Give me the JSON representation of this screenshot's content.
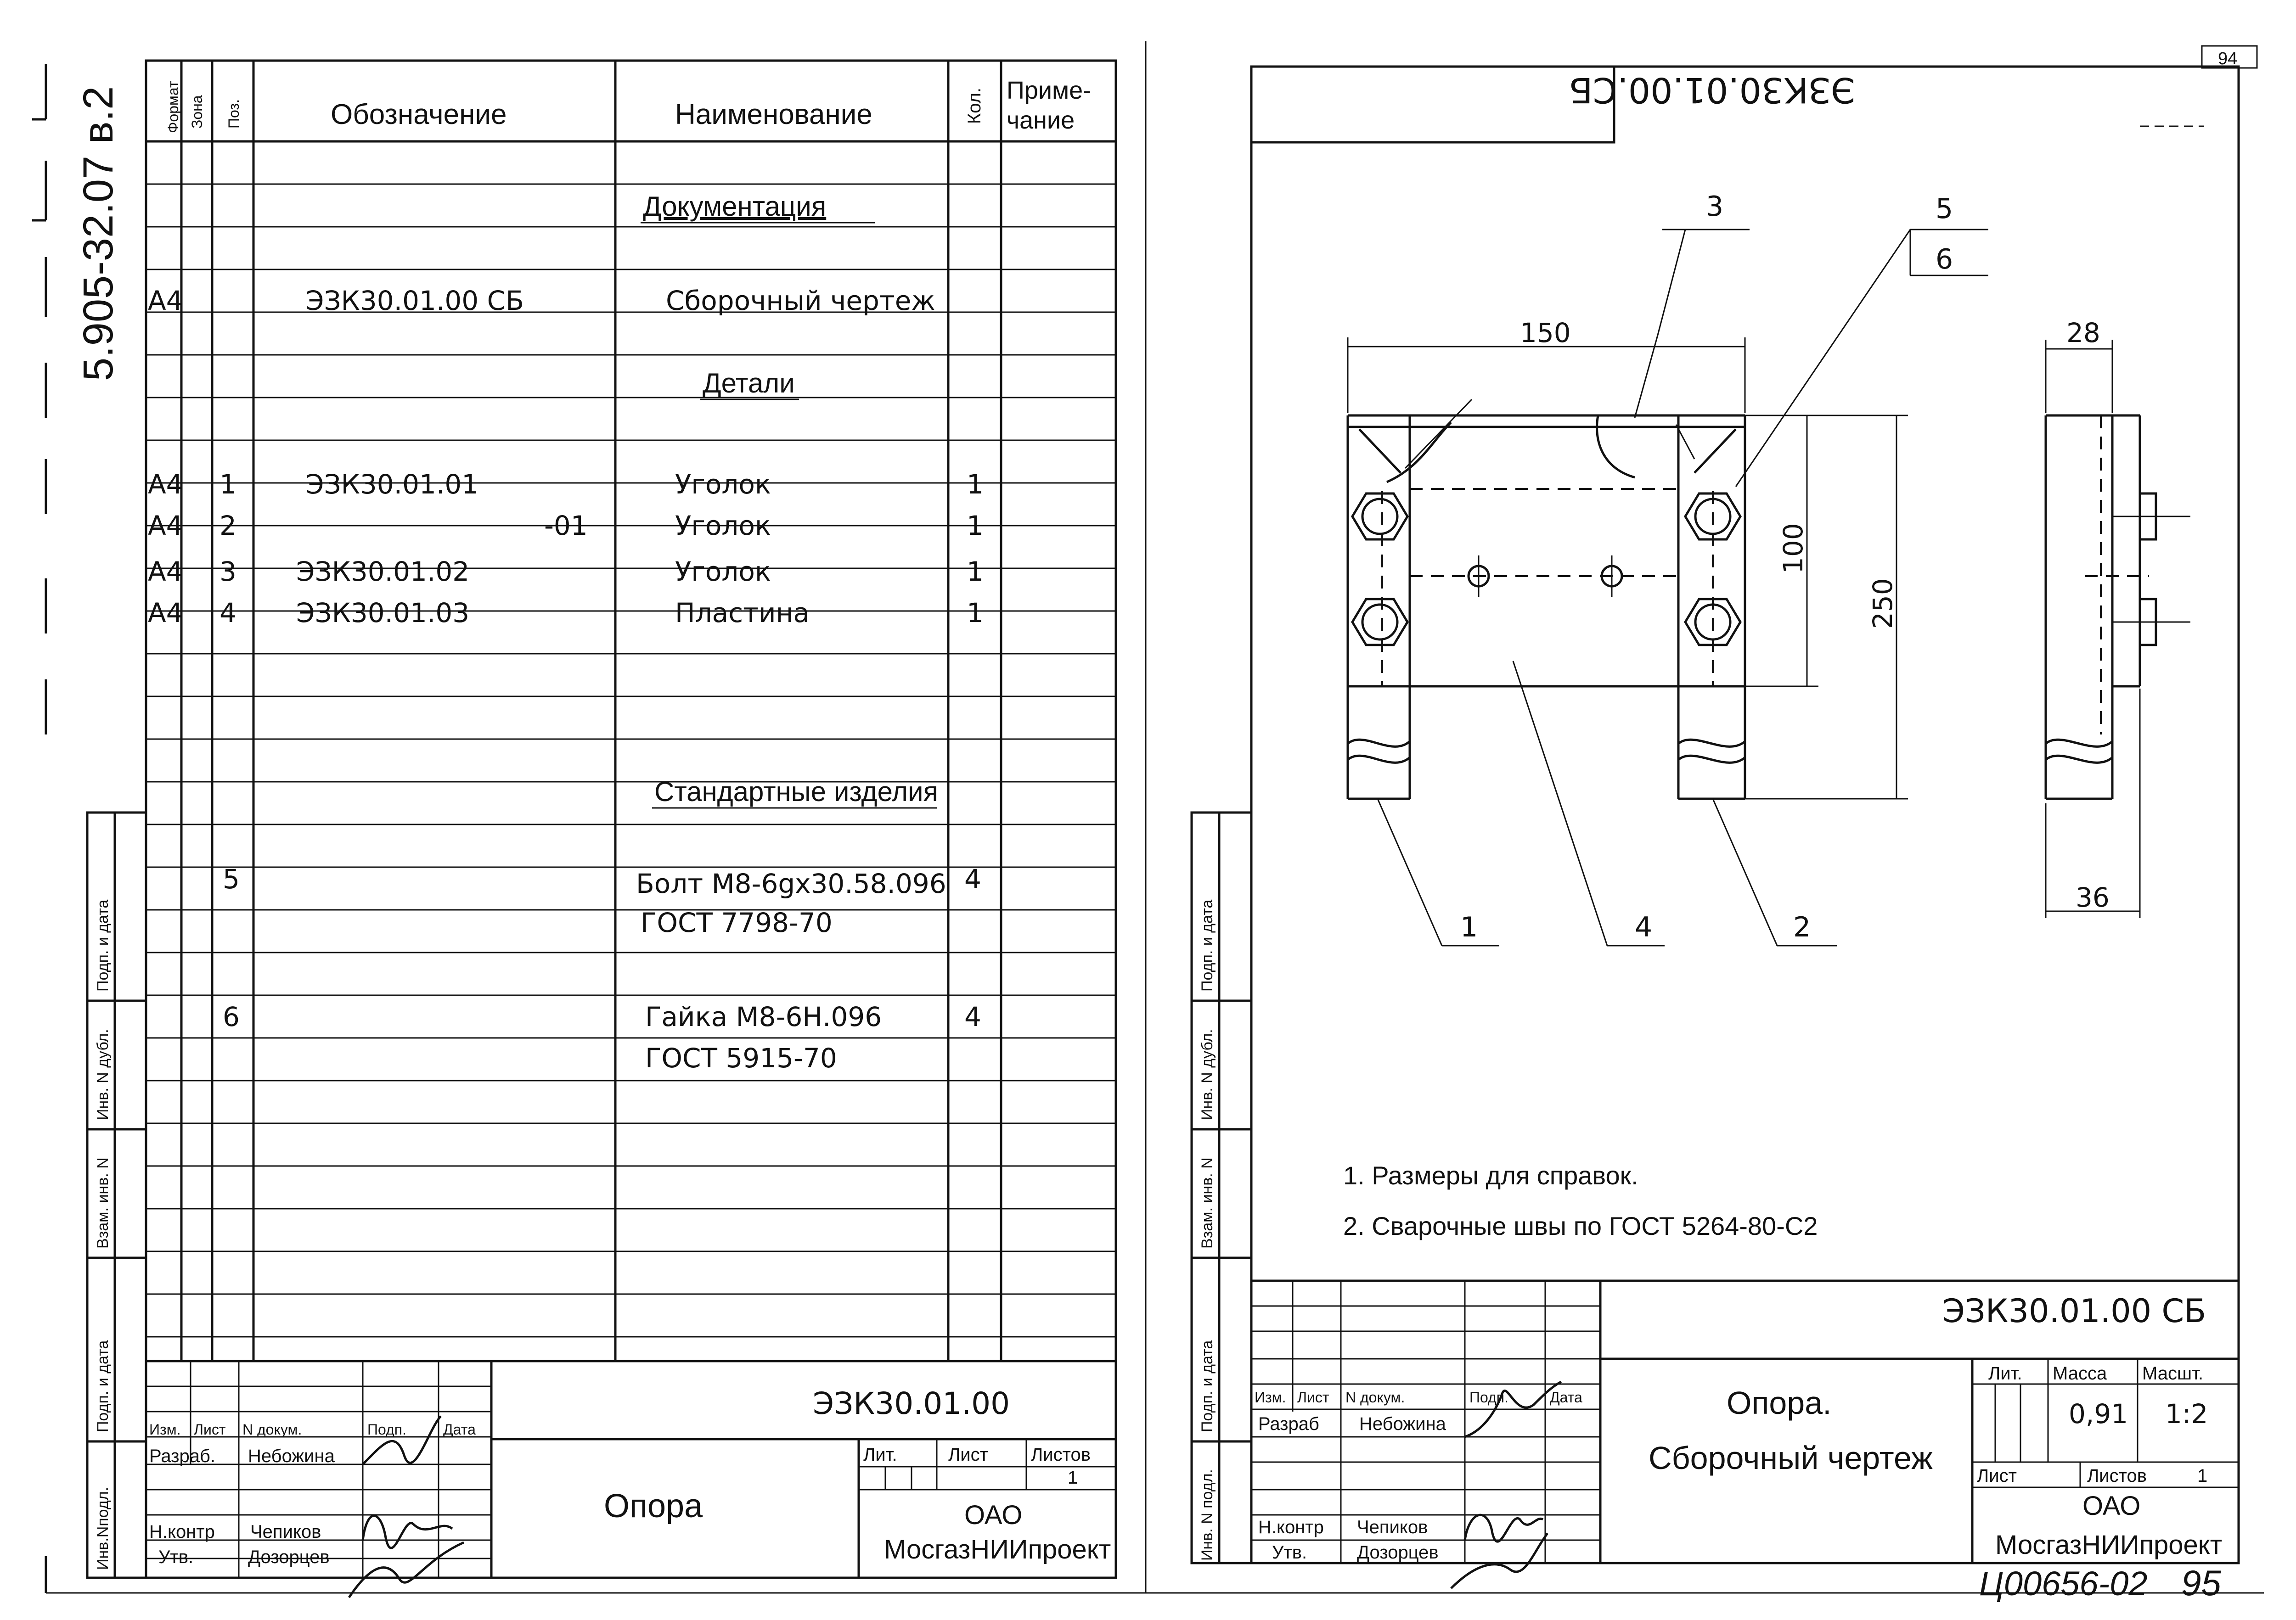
{
  "series_code": "5.905-32.07 в.2",
  "page_number_top": "94",
  "page_number_bottom": "95",
  "bottom_stamp": "Ц00656-02",
  "spec": {
    "headers": {
      "format": "Формат",
      "zone": "Зона",
      "pos": "Поз.",
      "designation": "Обозначение",
      "name": "Наименование",
      "qty": "Кол.",
      "note_line1": "Приме-",
      "note_line2": "чание"
    },
    "section_docs": "Документация",
    "section_parts": "Детали",
    "section_std": "Стандартные изделия",
    "rows_docs": [
      {
        "format": "А4",
        "pos": "",
        "designation": "ЭЗК30.01.00 СБ",
        "name": "Сборочный чертеж",
        "qty": ""
      }
    ],
    "rows_parts": [
      {
        "format": "А4",
        "pos": "1",
        "designation": "ЭЗК30.01.01",
        "name": "Уголок",
        "qty": "1"
      },
      {
        "format": "А4",
        "pos": "2",
        "designation": "-01",
        "name": "Уголок",
        "qty": "1"
      },
      {
        "format": "А4",
        "pos": "3",
        "designation": "ЭЗК30.01.02",
        "name": "Уголок",
        "qty": "1"
      },
      {
        "format": "А4",
        "pos": "4",
        "designation": "ЭЗК30.01.03",
        "name": "Пластина",
        "qty": "1"
      }
    ],
    "rows_std": [
      {
        "pos": "5",
        "name_line1": "Болт М8-6gх30.58.096",
        "name_line2": "ГОСТ 7798-70",
        "qty": "4"
      },
      {
        "pos": "6",
        "name_line1": "Гайка М8-6Н.096",
        "name_line2": "ГОСТ 5915-70",
        "qty": "4"
      }
    ]
  },
  "side_stamp": {
    "sign_date": "Подп. и дата",
    "dup_inv": "Инв. N дубл.",
    "interchange_inv": "Взам. инв. N",
    "sign_date2": "Подп. и дата",
    "orig_inv": "Инв.Nподл."
  },
  "side_stamp_right": {
    "sign_date": "Подп. и дата",
    "dup_inv": "Инв. N дубл.",
    "interchange_inv": "Взам. инв. N",
    "sign_date2": "Подп. и дата",
    "orig_inv": "Инв. N подл."
  },
  "title_block_left": {
    "designation": "ЭЗК30.01.00",
    "name": "Опора",
    "lit": "Лит.",
    "sheet": "Лист",
    "sheets": "Листов",
    "sheets_value": "1",
    "org_line1": "ОАО",
    "org_line2": "МосгазНИИпроект",
    "col_izm": "Изм.",
    "col_list": "Лист",
    "col_doc": "N докум.",
    "col_sign": "Подп.",
    "col_date": "Дата",
    "role_dev": "Разраб.",
    "name_dev": "Небожина",
    "role_nctrl": "Н.контр",
    "name_nctrl": "Чепиков",
    "role_appr": "Утв.",
    "name_appr": "Дозорцев"
  },
  "title_block_right": {
    "designation": "ЭЗК30.01.00 СБ",
    "name_line1": "Опора.",
    "name_line2": "Сборочный чертеж",
    "lit": "Лит.",
    "mass": "Масса",
    "scale": "Масшт.",
    "mass_value": "0,91",
    "scale_value": "1:2",
    "sheet": "Лист",
    "sheets": "Листов",
    "sheets_value": "1",
    "org_line1": "ОАО",
    "org_line2": "МосгазНИИпроект",
    "col_izm": "Изм.",
    "col_list": "Лист",
    "col_doc": "N докум.",
    "col_sign": "Подп.",
    "col_date": "Дата",
    "role_dev": "Разраб",
    "name_dev": "Небожина",
    "role_nctrl": "Н.контр",
    "name_nctrl": "Чепиков",
    "role_appr": "Утв.",
    "name_appr": "Дозорцев"
  },
  "drawing": {
    "mirrored_code": "ЭЗК30.01.00.СБ",
    "dim_width": "150",
    "dim_100": "100",
    "dim_250": "250",
    "dim_28": "28",
    "dim_36": "36",
    "callouts": [
      "1",
      "2",
      "3",
      "4",
      "5",
      "6"
    ],
    "note1": "1. Размеры для справок.",
    "note2": "2. Сварочные швы по ГОСТ 5264-80-С2"
  }
}
